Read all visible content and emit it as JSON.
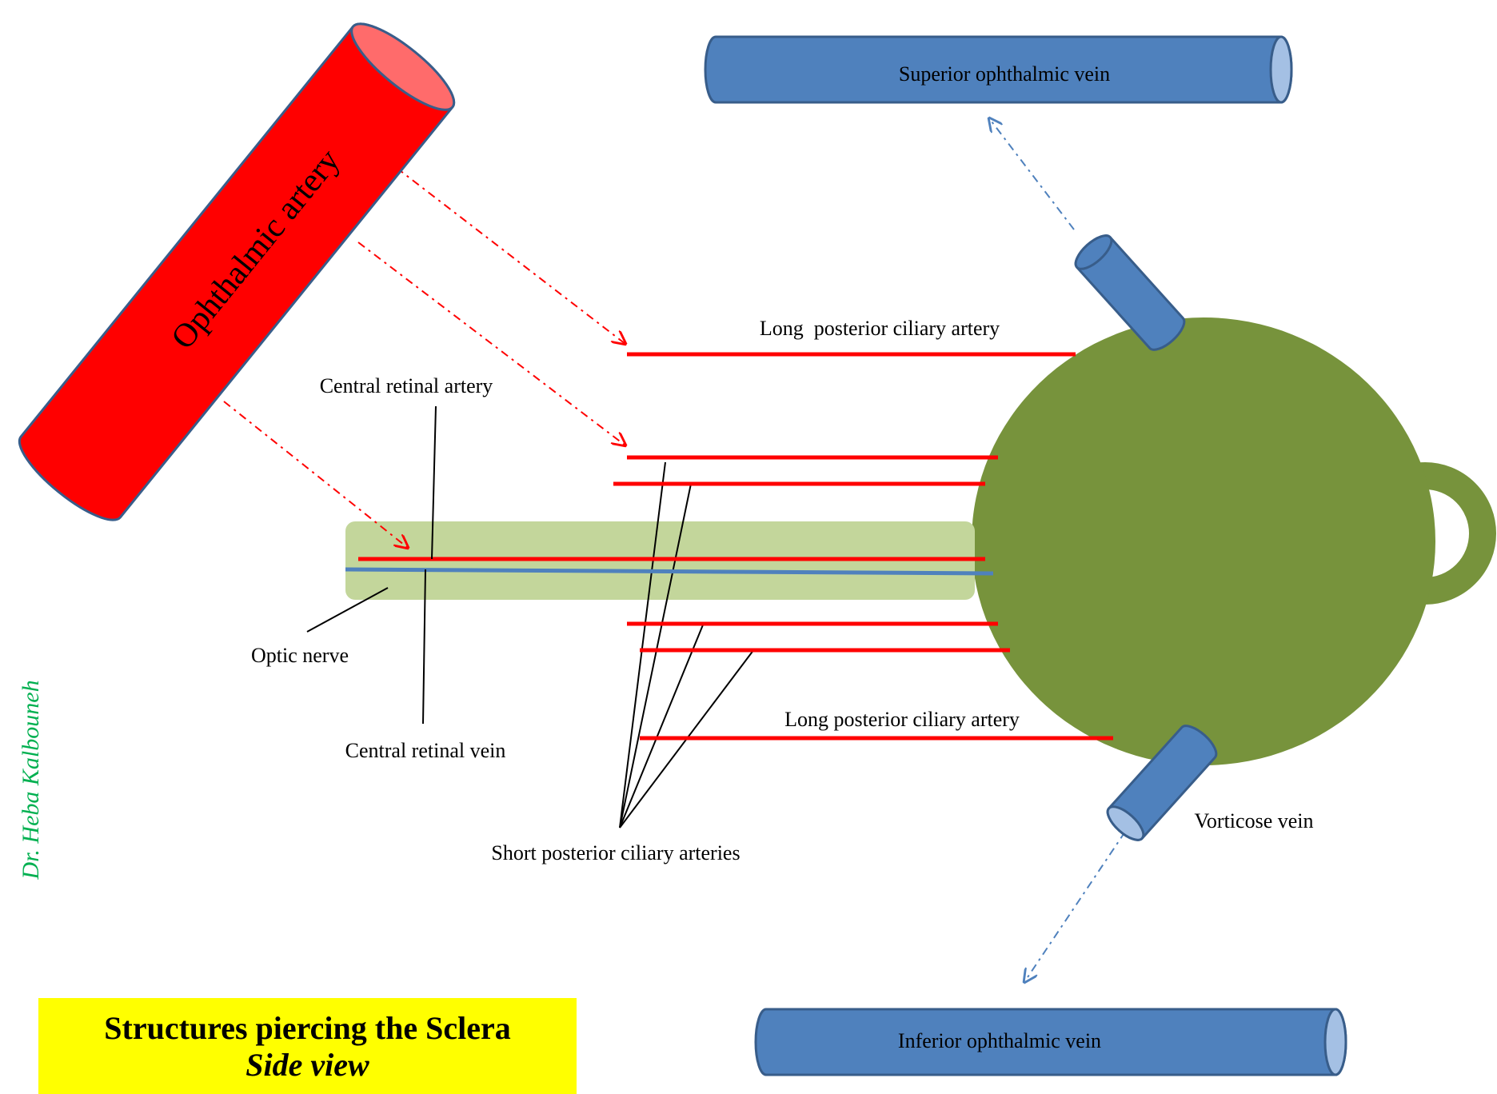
{
  "title": {
    "main": "Structures piercing the Sclera",
    "sub": "Side view",
    "box_color": "#ffff00"
  },
  "author": "Dr. Heba Kalbouneh",
  "labels": {
    "ophthalmic_artery": "Ophthalmic artery",
    "superior_ophthalmic_vein": "Superior ophthalmic vein",
    "inferior_ophthalmic_vein": "Inferior ophthalmic vein",
    "long_posterior_ciliary_artery_top": "Long  posterior ciliary artery",
    "long_posterior_ciliary_artery_bottom": "Long posterior ciliary artery",
    "central_retinal_artery": "Central retinal artery",
    "central_retinal_vein": "Central retinal vein",
    "optic_nerve": "Optic nerve",
    "short_posterior_ciliary_arteries": "Short posterior ciliary arteries",
    "vorticose_vein": "Vorticose vein"
  },
  "colors": {
    "artery_red": "#ff0000",
    "vein_blue": "#4f81bd",
    "vein_outline": "#385d8a",
    "eyeball_green": "#77933c",
    "optic_nerve_green": "#c3d69b",
    "author_green": "#00b050"
  }
}
